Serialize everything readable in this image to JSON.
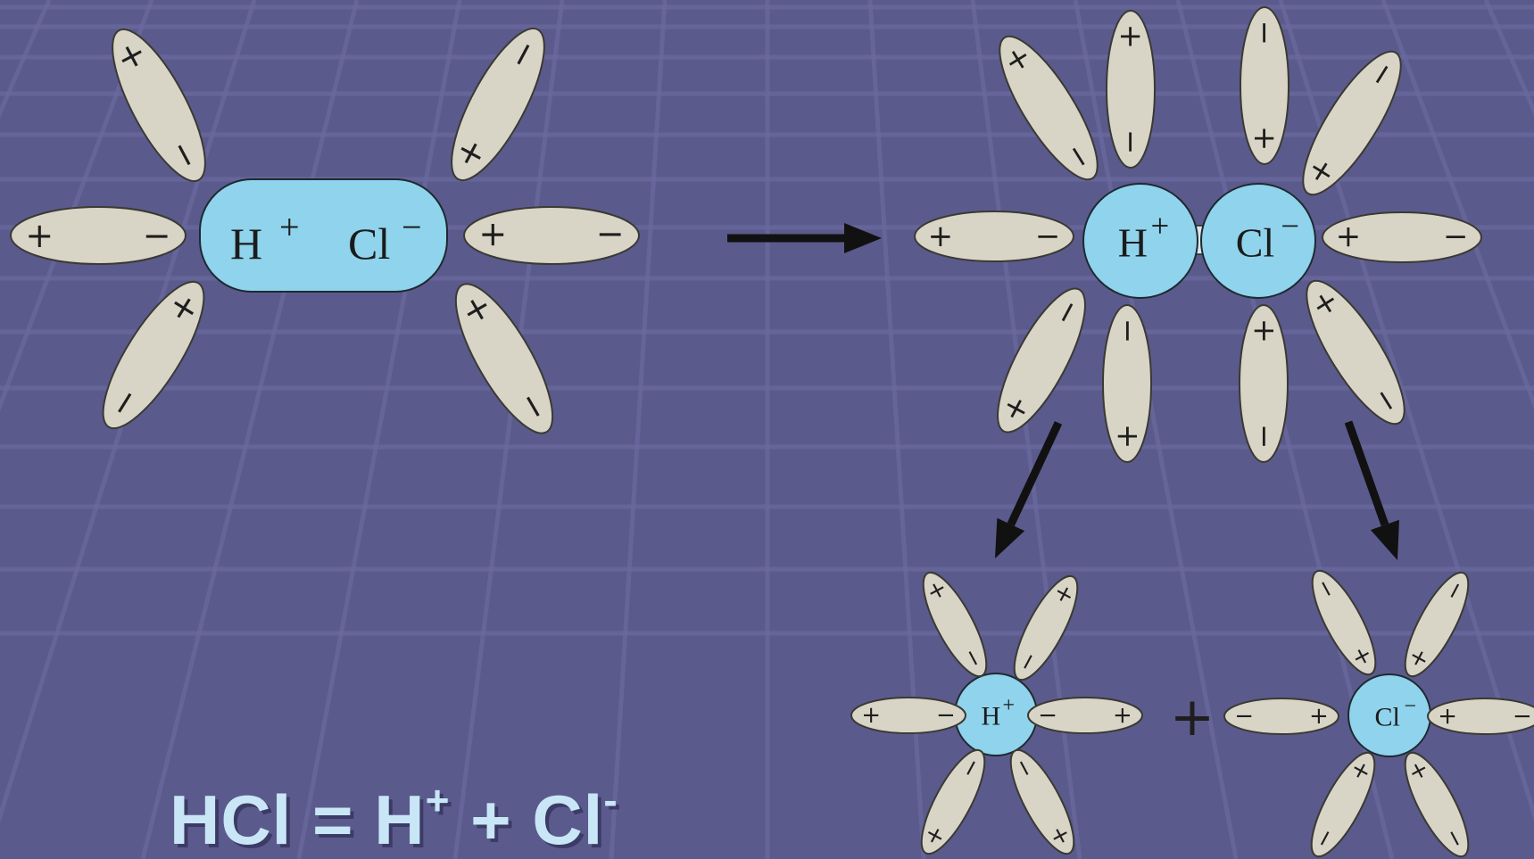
{
  "colors": {
    "background": "#5b5a8c",
    "grid": "#6b6aa0",
    "ion_fill": "#8fd3ec",
    "dipole_fill": "#d9d5c6",
    "arrow": "#111111",
    "equation_text": "#c9e6f6"
  },
  "ions": {
    "h_symbol": "H",
    "h_charge": "+",
    "cl_symbol": "Cl",
    "cl_charge": "−",
    "plus_between": "+"
  },
  "dipole_signs": {
    "plus": "+",
    "minus": "−"
  },
  "equation": {
    "lhs": "HCl = H",
    "h_charge": "+",
    "mid": " + Cl",
    "cl_charge": "-"
  },
  "icons": {
    "arrows": [
      "arrow-right-icon",
      "arrow-down-left-icon",
      "arrow-down-right-icon"
    ]
  }
}
